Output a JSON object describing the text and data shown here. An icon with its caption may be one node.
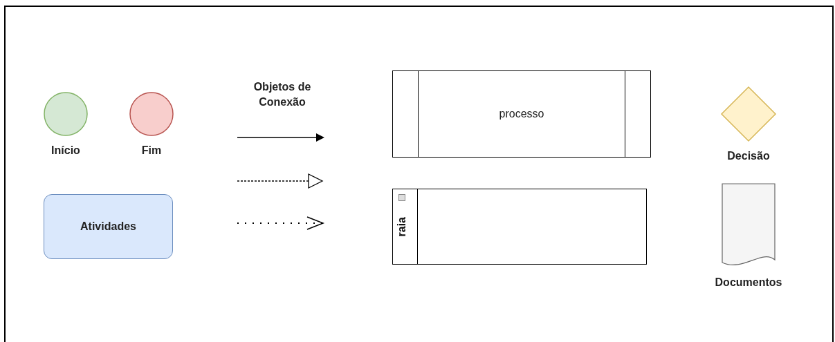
{
  "diagram": {
    "nodes": [
      {
        "text": [
          "Início"
        ]
      },
      {
        "text": [
          "Fim"
        ]
      },
      {
        "text": [
          "Atividades"
        ]
      },
      {
        "text": [
          "processo"
        ]
      },
      {
        "text": [
          "raia"
        ]
      },
      {
        "text": [
          "Decisão"
        ]
      },
      {
        "text": [
          "Documentos"
        ]
      }
    ],
    "labels": [
      "Objetos de Conexão"
    ]
  }
}
